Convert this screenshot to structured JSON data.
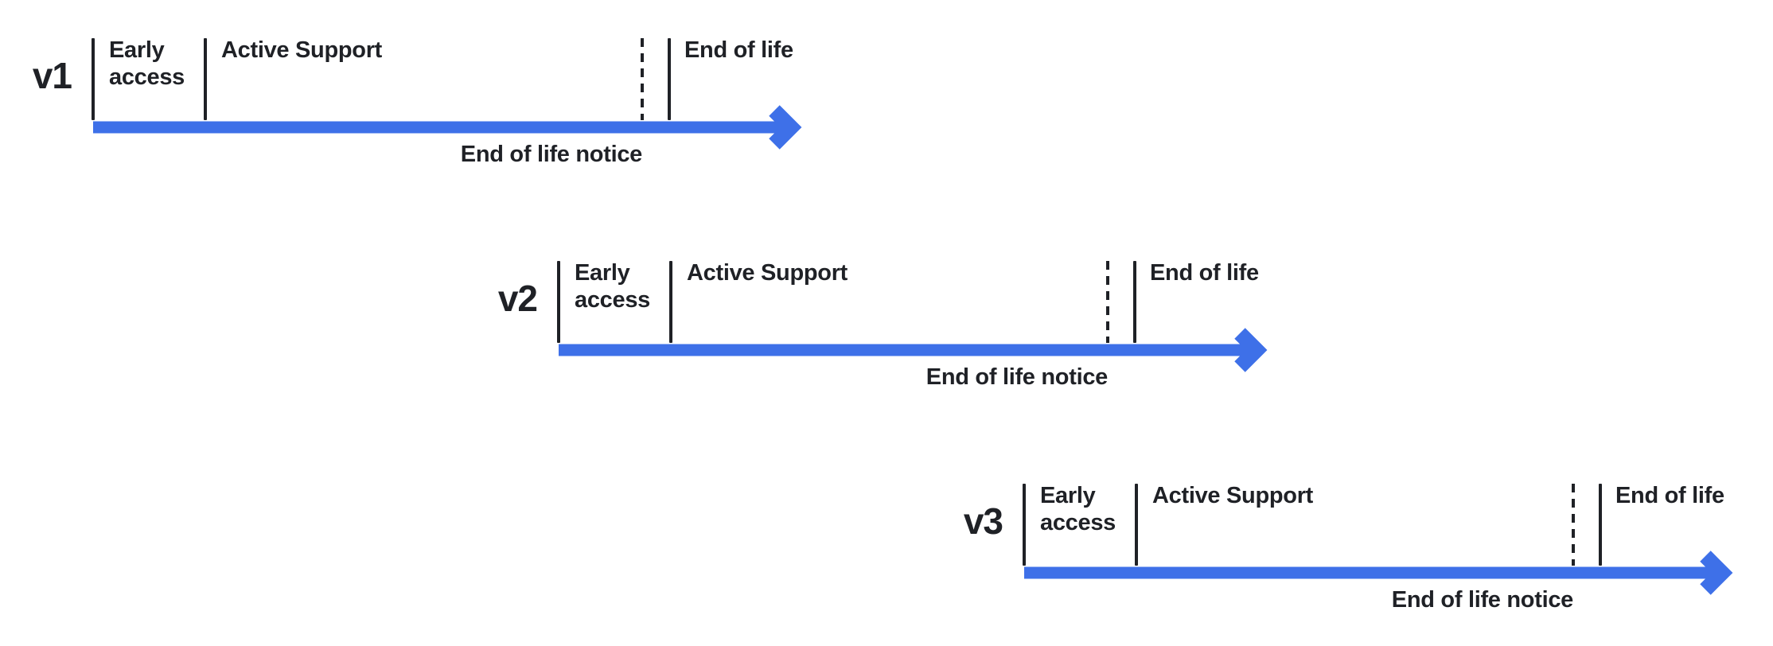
{
  "diagram": {
    "versions": [
      {
        "label": "v1"
      },
      {
        "label": "v2"
      },
      {
        "label": "v3"
      }
    ],
    "phases": {
      "early_access": "Early access",
      "active_support": "Active Support",
      "end_of_life": "End of life",
      "end_of_life_notice": "End of life notice"
    },
    "colors": {
      "arrow_blue": "#3e70e8",
      "text_dark": "#1f2126",
      "background": "#ffffff"
    }
  }
}
